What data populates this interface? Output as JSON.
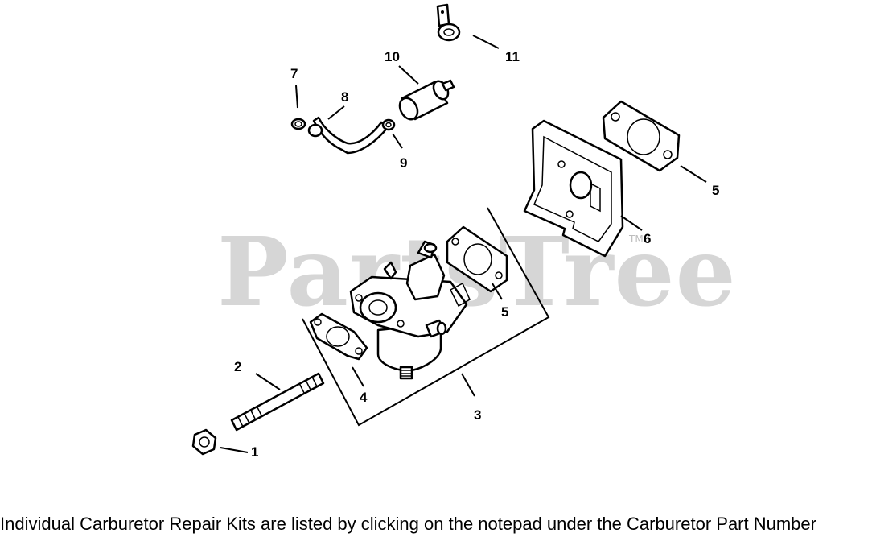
{
  "watermark": {
    "text": "PartsTree",
    "tm": "TM"
  },
  "callouts": {
    "c1": "1",
    "c2": "2",
    "c3": "3",
    "c4": "4",
    "c5a": "5",
    "c5b": "5",
    "c6": "6",
    "c7": "7",
    "c8": "8",
    "c9": "9",
    "c10": "10",
    "c11": "11"
  },
  "footer": "Individual Carburetor Repair Kits are listed by clicking on the notepad under the Carburetor Part Number"
}
